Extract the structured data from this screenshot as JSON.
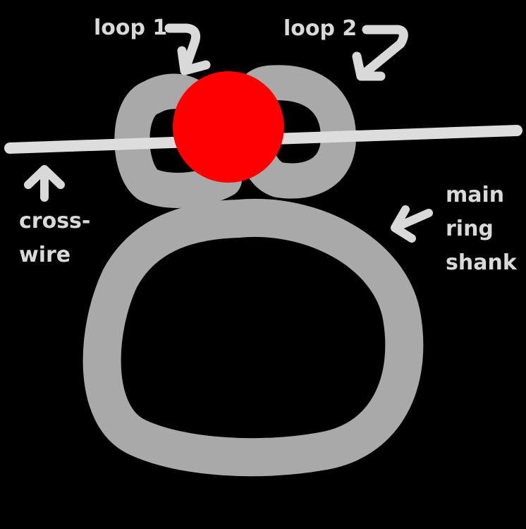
{
  "labels": {
    "loop1": "loop 1",
    "loop2": "loop 2",
    "crosswire": [
      "cross-",
      "wire"
    ],
    "shank": [
      "main",
      "ring",
      "shank"
    ]
  },
  "colors": {
    "background": "#000000",
    "ring": "#a9a9a9",
    "wire": "#dddddd",
    "bead": "#ff0000",
    "text": "#d9d9d9"
  }
}
